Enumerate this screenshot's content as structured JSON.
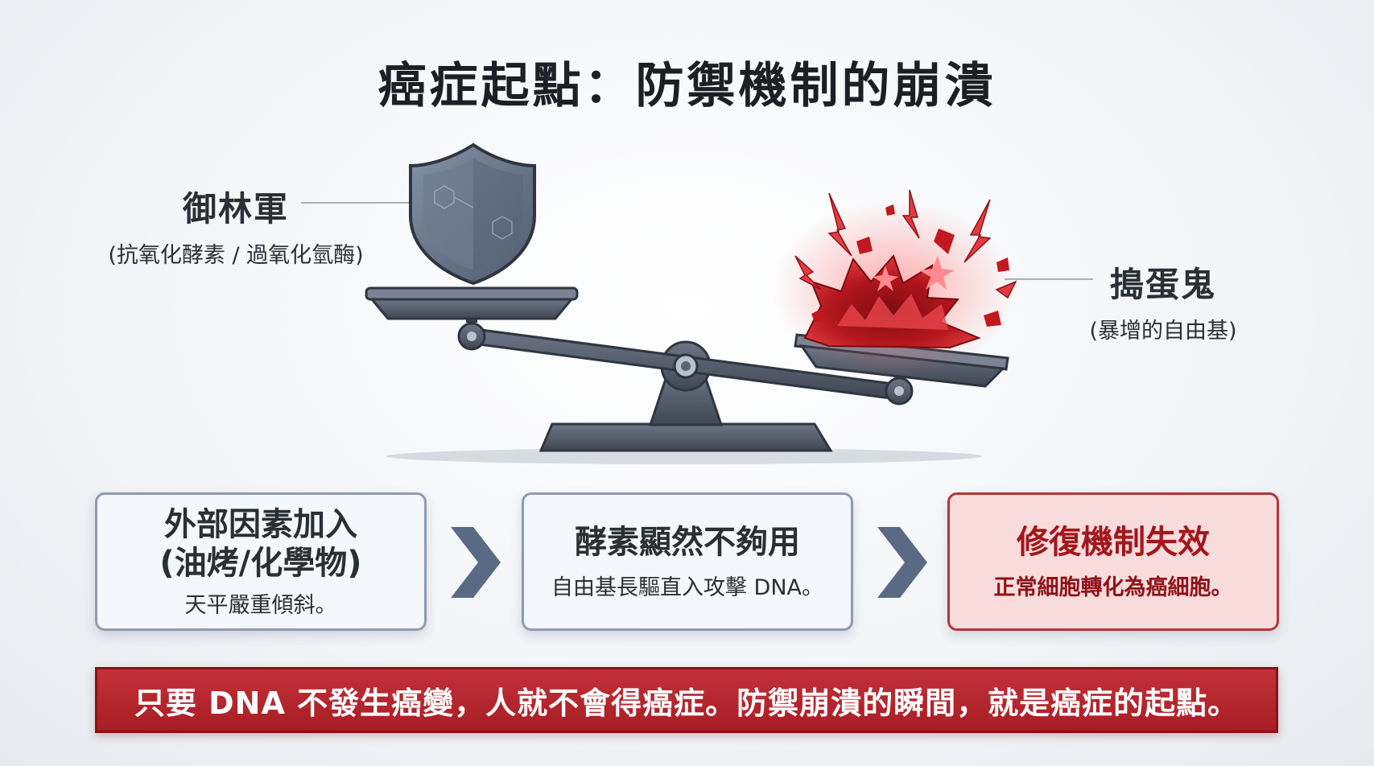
{
  "title": "癌症起點：防禦機制的崩潰",
  "left_label": {
    "main": "御林軍",
    "sub": "(抗氧化酵素 / 過氧化氫酶)"
  },
  "right_label": {
    "main": "搗蛋鬼",
    "sub": "(暴增的自由基)"
  },
  "steps": [
    {
      "heading": "外部因素加入",
      "heading2": "(油烤/化學物)",
      "desc": "天平嚴重傾斜。"
    },
    {
      "heading": "酵素顯然不夠用",
      "desc": "自由基長驅直入攻擊 DNA。"
    },
    {
      "heading": "修復機制失效",
      "desc": "正常細胞轉化為癌細胞。"
    }
  ],
  "banner": "只要 DNA 不發生癌變，人就不會得癌症。防禦崩潰的瞬間，就是癌症的起點。",
  "icons": {
    "shield": "shield-icon",
    "free_radicals": "explosion-icon",
    "scale": "balance-scale-icon",
    "arrow": "chevron-right-icon"
  },
  "colors": {
    "accent_red": "#b8323a",
    "steel": "#4d5664",
    "box_border": "#8e9bb0",
    "chevron": "#5a6a84"
  }
}
